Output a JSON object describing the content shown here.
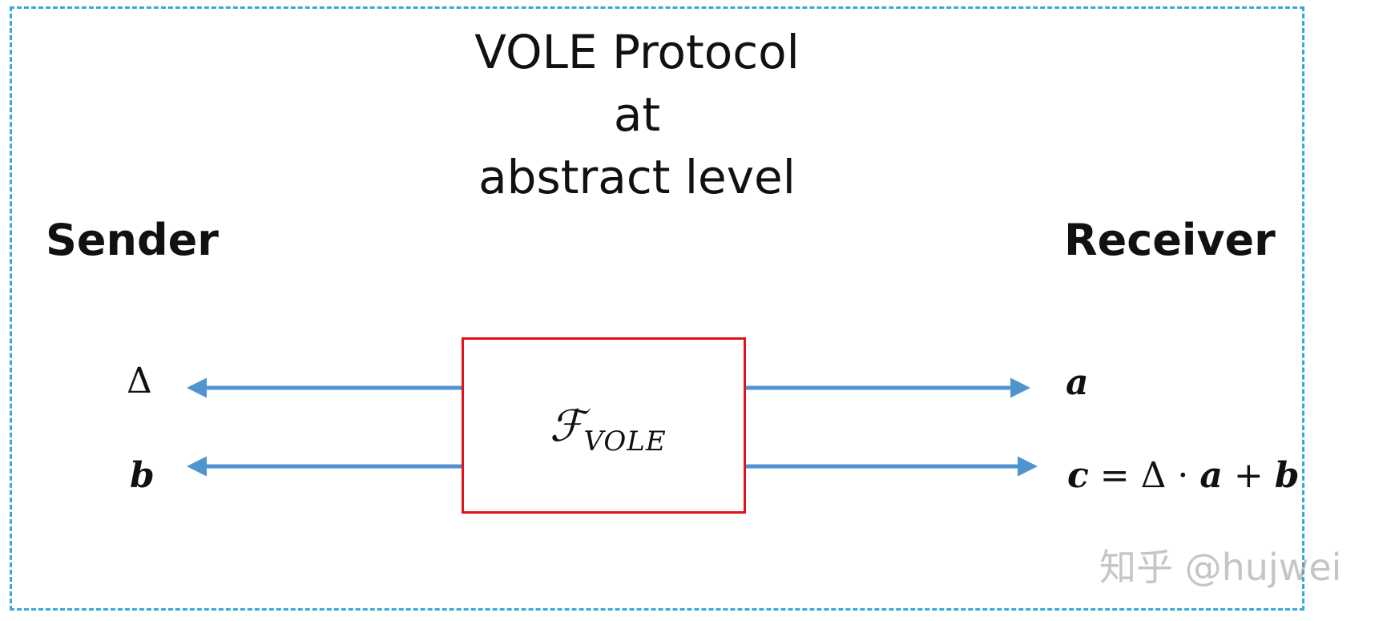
{
  "diagram": {
    "title_line1": "VOLE Protocol at",
    "title_line2": "abstract level",
    "sender_label": "Sender",
    "receiver_label": "Receiver",
    "functionality": {
      "symbol": "ℱ",
      "subscript": "VOLE"
    },
    "sender_outputs": {
      "delta": "Δ",
      "b": "b"
    },
    "receiver_outputs": {
      "a": "a",
      "c_eq_c": "c",
      "c_eq_rest": " = Δ · ",
      "c_eq_a": "a",
      "c_eq_plus": " + ",
      "c_eq_b": "b"
    },
    "watermark": "知乎 @hujwei",
    "colors": {
      "frame": "#33aad8",
      "box": "#e0121a",
      "arrow": "#4f93cf"
    }
  }
}
